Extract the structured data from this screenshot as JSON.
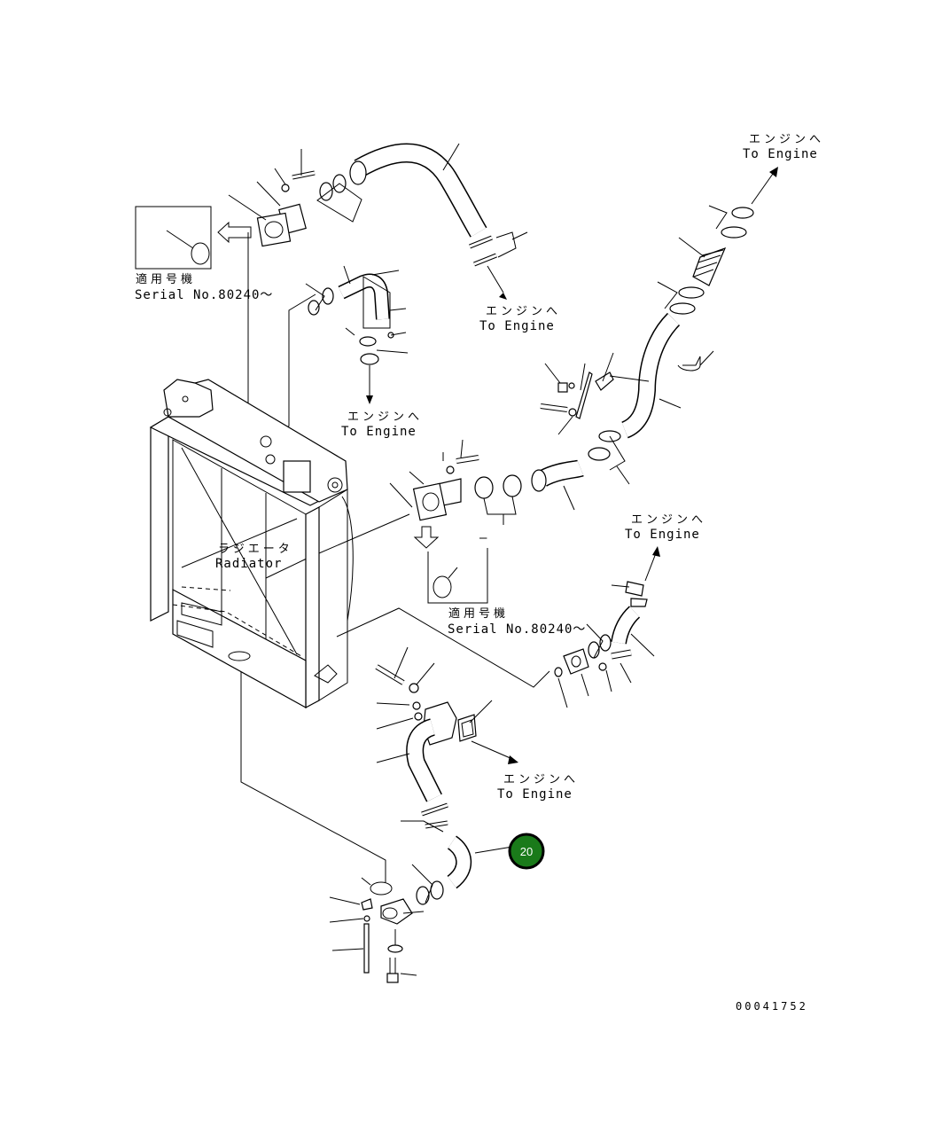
{
  "labels": {
    "to_engine_top_right_jp": "エンジンへ",
    "to_engine_top_right_en": "To Engine",
    "to_engine_upper_mid_jp": "エンジンへ",
    "to_engine_upper_mid_en": "To Engine",
    "to_engine_center_jp": "エンジンへ",
    "to_engine_center_en": "To Engine",
    "to_engine_right_jp": "エンジンへ",
    "to_engine_right_en": "To Engine",
    "to_engine_lower_jp": "エンジンへ",
    "to_engine_lower_en": "To Engine",
    "serial_top_jp": "適用号機",
    "serial_top_en": "Serial No.80240～",
    "serial_mid_jp": "適用号機",
    "serial_mid_en": "Serial No.80240～",
    "radiator_jp": "ラジエータ",
    "radiator_en": "Radiator",
    "dash_mark": "–",
    "drawing_number": "00041752"
  },
  "callout": {
    "number": "20",
    "color": "#1a7a1a"
  }
}
